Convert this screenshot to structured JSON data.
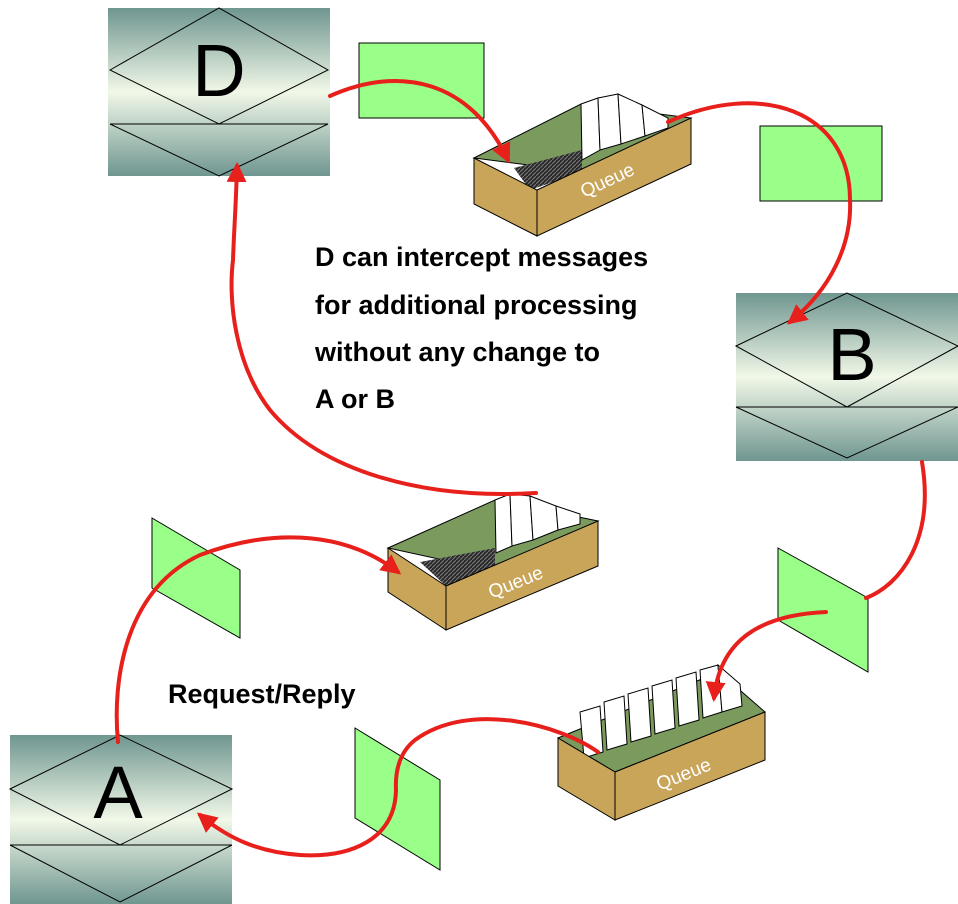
{
  "nodes": {
    "d": {
      "letter": "D"
    },
    "b": {
      "letter": "B"
    },
    "a": {
      "letter": "A"
    }
  },
  "queues": {
    "top": {
      "label": "Queue"
    },
    "middle": {
      "label": "Queue"
    },
    "bottom": {
      "label": "Queue"
    }
  },
  "captions": {
    "intercept": {
      "line1": "D can intercept messages",
      "line2": "for additional processing",
      "line3": "without any change to",
      "line4": "A or B"
    },
    "pattern": "Request/Reply"
  },
  "colors": {
    "arrow": "#e8201c",
    "message": "#99ff88",
    "queue_box": "#c9a55a",
    "queue_inner": "#7a9a5e"
  }
}
